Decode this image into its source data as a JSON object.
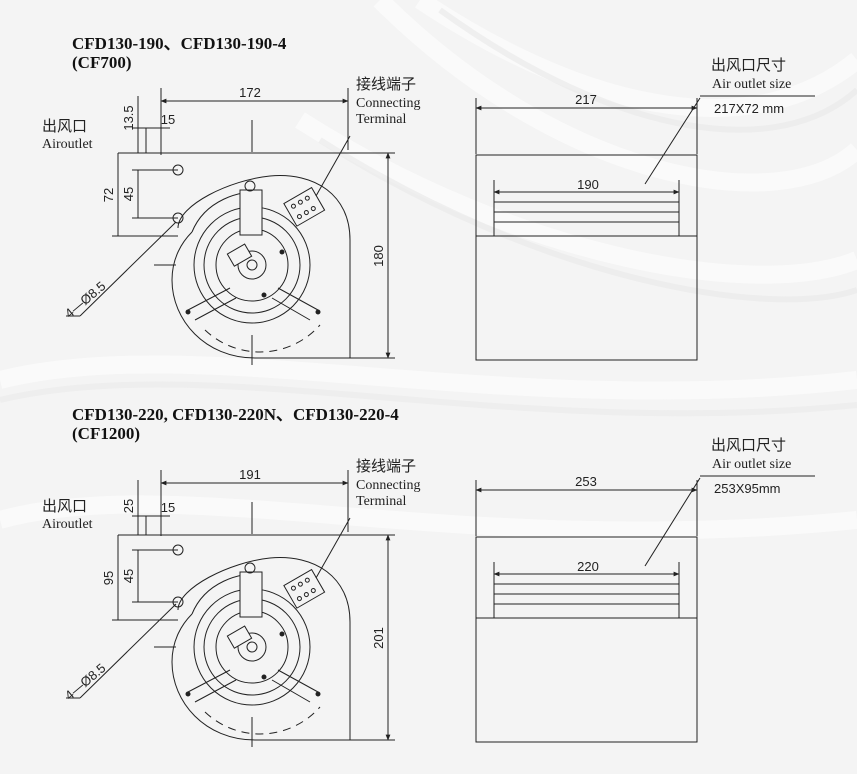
{
  "colors": {
    "background": "#f4f4f4",
    "line": "#222222",
    "swirl": "#ffffff"
  },
  "units": {
    "c1": "mm",
    "c2": "mm"
  },
  "sections": [
    {
      "title_line1": "CFD130-190、CFD130-190-4",
      "title_line2": "(CF700)",
      "terminal_cn": "接线端子",
      "terminal_en1": "Connecting",
      "terminal_en2": "Terminal",
      "outlet_cn": "出风口",
      "outlet_en": "Airoutlet",
      "dim_width": "172",
      "dim_top": "13.5",
      "dim_15": "15",
      "dim_72": "72",
      "dim_45": "45",
      "dim_height": "180",
      "dim_hole": "4—Ø8.5",
      "outlet_size_cn": "出风口尺寸",
      "outlet_size_en": "Air outlet size",
      "outlet_size_value": "217X72 mm",
      "outlet_outer": "217",
      "outlet_inner": "190"
    },
    {
      "title_line1": "CFD130-220, CFD130-220N、CFD130-220-4",
      "title_line2": "(CF1200)",
      "terminal_cn": "接线端子",
      "terminal_en1": "Connecting",
      "terminal_en2": "Terminal",
      "outlet_cn": "出风口",
      "outlet_en": "Airoutlet",
      "dim_width": "191",
      "dim_top": "25",
      "dim_15": "15",
      "dim_72": "95",
      "dim_45": "45",
      "dim_height": "201",
      "dim_hole": "4—Ø8.5",
      "outlet_size_cn": "出风口尺寸",
      "outlet_size_en": "Air outlet size",
      "outlet_size_value": "253X95mm",
      "outlet_outer": "253",
      "outlet_inner": "220"
    }
  ]
}
